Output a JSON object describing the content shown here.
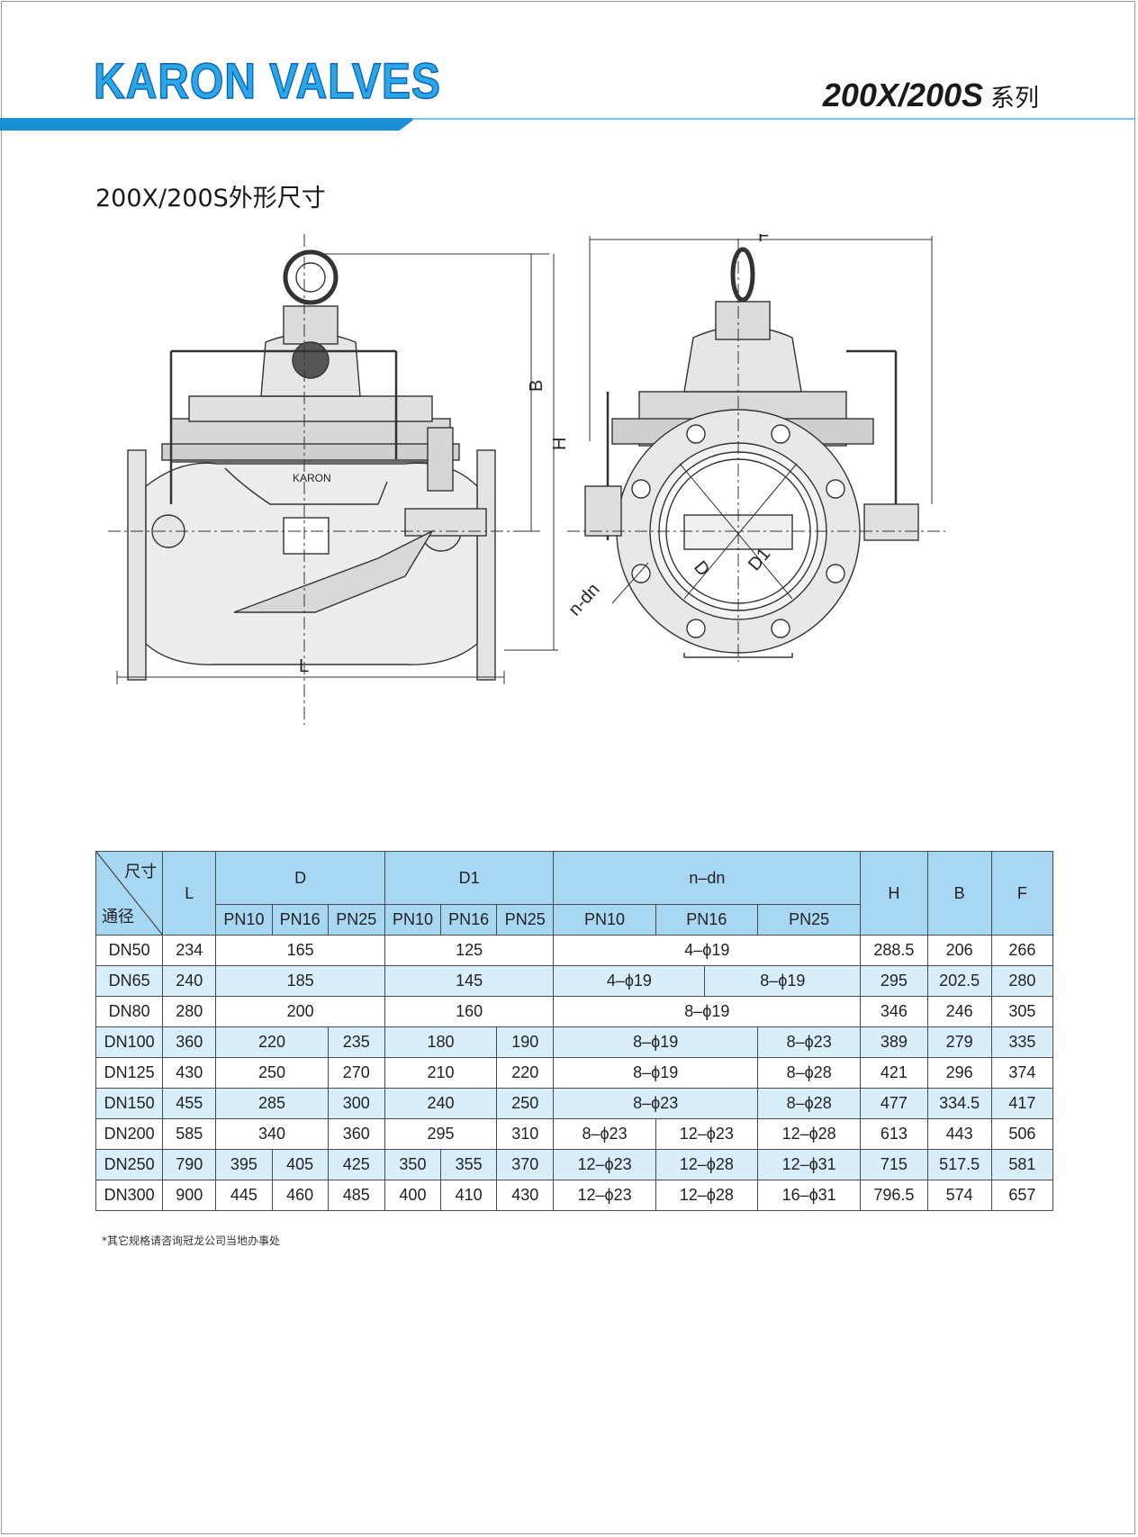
{
  "header": {
    "brand": "KARON VALVES",
    "series_model": "200X/200S",
    "series_suffix": "系列"
  },
  "section_title": "200X/200S外形尺寸",
  "drawing_labels": {
    "L": "L",
    "H": "H",
    "B": "B",
    "F": "F",
    "D": "D",
    "D1": "D1",
    "ndn": "n-dn",
    "nameplate": "KARON"
  },
  "table": {
    "corner_top": "尺寸",
    "corner_bottom": "通径",
    "headers": {
      "L": "L",
      "D": "D",
      "D1": "D1",
      "ndn": "n–dn",
      "H": "H",
      "B": "B",
      "F": "F",
      "pn10": "PN10",
      "pn16": "PN16",
      "pn25": "PN25"
    },
    "rows": {
      "dn50": {
        "dn": "DN50",
        "L": "234",
        "D": "165",
        "D1": "125",
        "ndn": "4–ϕ19",
        "H": "288.5",
        "B": "206",
        "F": "266"
      },
      "dn65": {
        "dn": "DN65",
        "L": "240",
        "D": "185",
        "D1": "145",
        "ndn_a": "4–ϕ19",
        "ndn_b": "8–ϕ19",
        "H": "295",
        "B": "202.5",
        "F": "280"
      },
      "dn80": {
        "dn": "DN80",
        "L": "280",
        "D": "200",
        "D1": "160",
        "ndn": "8–ϕ19",
        "H": "346",
        "B": "246",
        "F": "305"
      },
      "dn100": {
        "dn": "DN100",
        "L": "360",
        "D_a": "220",
        "D_b": "235",
        "D1_a": "180",
        "D1_b": "190",
        "ndn_a": "8–ϕ19",
        "ndn_b": "8–ϕ23",
        "H": "389",
        "B": "279",
        "F": "335"
      },
      "dn125": {
        "dn": "DN125",
        "L": "430",
        "D_a": "250",
        "D_b": "270",
        "D1_a": "210",
        "D1_b": "220",
        "ndn_a": "8–ϕ19",
        "ndn_b": "8–ϕ28",
        "H": "421",
        "B": "296",
        "F": "374"
      },
      "dn150": {
        "dn": "DN150",
        "L": "455",
        "D_a": "285",
        "D_b": "300",
        "D1_a": "240",
        "D1_b": "250",
        "ndn_a": "8–ϕ23",
        "ndn_b": "8–ϕ28",
        "H": "477",
        "B": "334.5",
        "F": "417"
      },
      "dn200": {
        "dn": "DN200",
        "L": "585",
        "D_a": "340",
        "D_b": "360",
        "D1_a": "295",
        "D1_b": "310",
        "ndn_a": "8–ϕ23",
        "ndn_b": "12–ϕ23",
        "ndn_c": "12–ϕ28",
        "H": "613",
        "B": "443",
        "F": "506"
      },
      "dn250": {
        "dn": "DN250",
        "L": "790",
        "D_a": "395",
        "D_b": "405",
        "D_c": "425",
        "D1_a": "350",
        "D1_b": "355",
        "D1_c": "370",
        "ndn_a": "12–ϕ23",
        "ndn_b": "12–ϕ28",
        "ndn_c": "12–ϕ31",
        "H": "715",
        "B": "517.5",
        "F": "581"
      },
      "dn300": {
        "dn": "DN300",
        "L": "900",
        "D_a": "445",
        "D_b": "460",
        "D_c": "485",
        "D1_a": "400",
        "D1_b": "410",
        "D1_c": "430",
        "ndn_a": "12–ϕ23",
        "ndn_b": "12–ϕ28",
        "ndn_c": "16–ϕ31",
        "H": "796.5",
        "B": "574",
        "F": "657"
      }
    }
  },
  "footnote": "*其它规格请咨询冠龙公司当地办事处"
}
